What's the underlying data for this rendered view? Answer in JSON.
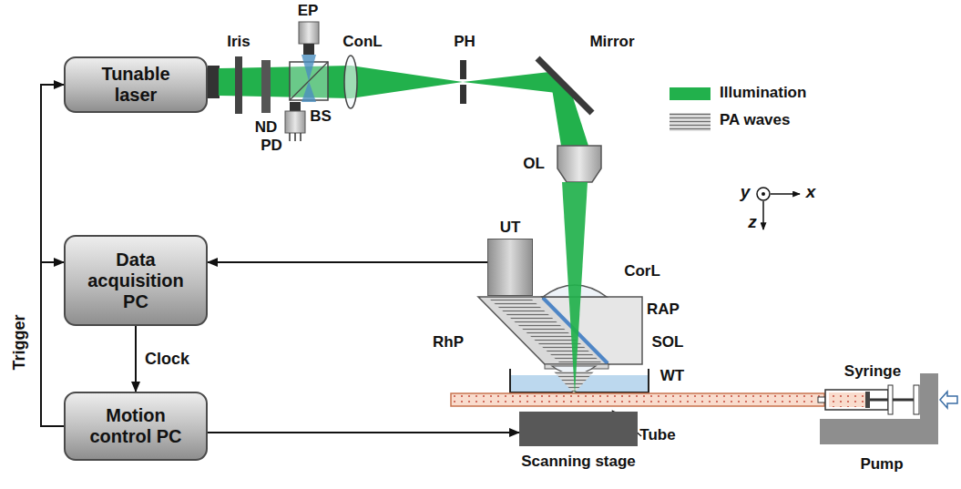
{
  "diagram": {
    "nodes": [
      {
        "text": [
          "Tunable laser"
        ]
      },
      {
        "text": [
          "UT"
        ]
      },
      {
        "text": [
          "Data acquisition PC"
        ]
      },
      {
        "text": [
          "Motion control PC"
        ]
      },
      {
        "text": [
          "Scanning stage"
        ]
      }
    ],
    "edges": [
      {
        "from": 3,
        "to": 0,
        "arrow": "to",
        "label": "Trigger"
      },
      {
        "from": 3,
        "to": 2,
        "arrow": "to"
      },
      {
        "from": 2,
        "to": 3,
        "arrow": "to",
        "label": "Clock"
      },
      {
        "from": 1,
        "to": 2,
        "arrow": "to"
      },
      {
        "from": 3,
        "to": 4,
        "arrow": "to"
      }
    ],
    "labels": [
      "EP",
      "Iris",
      "ConL",
      "PH",
      "Mirror",
      "ND",
      "BS",
      "PD",
      "OL",
      "CorL",
      "RAP",
      "RhP",
      "SOL",
      "WT",
      "Tube",
      "Syringe",
      "Pump",
      "y",
      "x",
      "z"
    ],
    "legend": [
      {
        "text": "Illumination",
        "color": "#22b14c"
      },
      {
        "text": "PA waves"
      }
    ]
  }
}
